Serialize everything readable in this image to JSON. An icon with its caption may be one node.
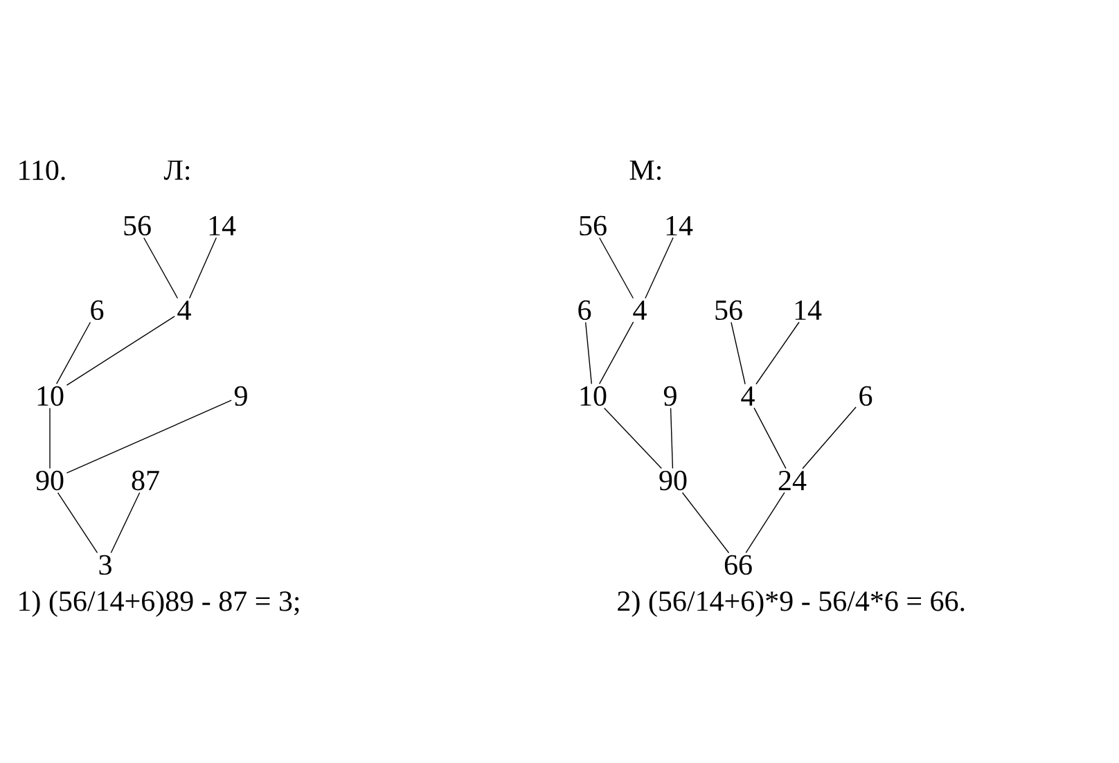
{
  "diagram": {
    "nodes": [
      {
        "text": [
          "56"
        ]
      },
      {
        "text": [
          "14"
        ]
      },
      {
        "text": [
          "6"
        ]
      },
      {
        "text": [
          "4"
        ]
      },
      {
        "text": [
          "10"
        ]
      },
      {
        "text": [
          "9"
        ]
      },
      {
        "text": [
          "90"
        ]
      },
      {
        "text": [
          "87"
        ]
      },
      {
        "text": [
          "3"
        ]
      },
      {
        "text": [
          "56"
        ]
      },
      {
        "text": [
          "14"
        ]
      },
      {
        "text": [
          "6"
        ]
      },
      {
        "text": [
          "4"
        ]
      },
      {
        "text": [
          "56"
        ]
      },
      {
        "text": [
          "14"
        ]
      },
      {
        "text": [
          "10"
        ]
      },
      {
        "text": [
          "9"
        ]
      },
      {
        "text": [
          "4"
        ]
      },
      {
        "text": [
          "6"
        ]
      },
      {
        "text": [
          "90"
        ]
      },
      {
        "text": [
          "24"
        ]
      },
      {
        "text": [
          "66"
        ]
      }
    ],
    "edges": [
      {
        "from": 0,
        "to": 3,
        "arrow": "none"
      },
      {
        "from": 1,
        "to": 3,
        "arrow": "none"
      },
      {
        "from": 2,
        "to": 4,
        "arrow": "none"
      },
      {
        "from": 3,
        "to": 4,
        "arrow": "none"
      },
      {
        "from": 4,
        "to": 6,
        "arrow": "none"
      },
      {
        "from": 5,
        "to": 6,
        "arrow": "none"
      },
      {
        "from": 6,
        "to": 8,
        "arrow": "none"
      },
      {
        "from": 7,
        "to": 8,
        "arrow": "none"
      },
      {
        "from": 9,
        "to": 12,
        "arrow": "none"
      },
      {
        "from": 10,
        "to": 12,
        "arrow": "none"
      },
      {
        "from": 11,
        "to": 15,
        "arrow": "none"
      },
      {
        "from": 12,
        "to": 15,
        "arrow": "none"
      },
      {
        "from": 15,
        "to": 19,
        "arrow": "none"
      },
      {
        "from": 16,
        "to": 19,
        "arrow": "none"
      },
      {
        "from": 13,
        "to": 17,
        "arrow": "none"
      },
      {
        "from": 14,
        "to": 17,
        "arrow": "none"
      },
      {
        "from": 17,
        "to": 20,
        "arrow": "none"
      },
      {
        "from": 18,
        "to": 20,
        "arrow": "none"
      },
      {
        "from": 19,
        "to": 21,
        "arrow": "none"
      },
      {
        "from": 20,
        "to": 21,
        "arrow": "none"
      }
    ],
    "labels": [
      "110.",
      "Л:",
      "М:",
      "1) (56/14+6)89 - 87 = 3;",
      "2) (56/14+6)*9 - 56/4*6 = 66."
    ]
  }
}
